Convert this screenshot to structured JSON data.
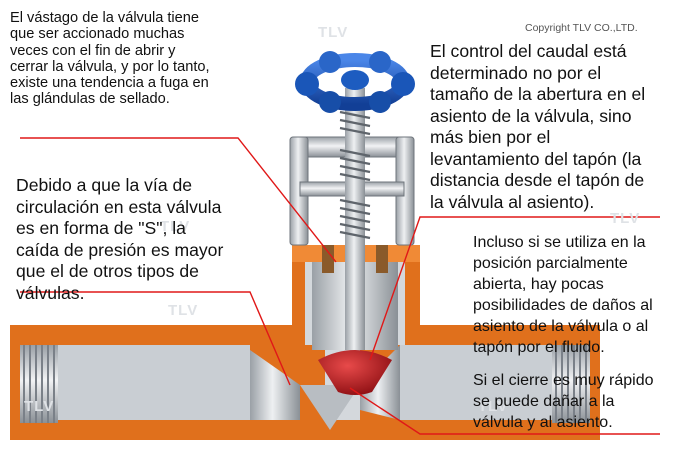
{
  "copyright": "Copyright TLV CO.,LTD.",
  "watermark": "TLV",
  "annotations": {
    "stem_leak": "El vástago de la válvula tiene\nque ser accionado muchas\nveces con el fin de abrir y\ncerrar la válvula, y por lo tanto,\nexiste una tendencia a fuga en\nlas glándulas de sellado.",
    "flow_control": "El control del caudal está\ndeterminado no por el\ntamaño de la abertura en el\nasiento de la válvula, sino\nmás bien por el\nlevantamiento del tapón (la\ndistancia desde el tapón de\nla válvula al asiento).",
    "s_path": "Debido a que la vía de\ncirculación en esta válvula\nes en forma de \"S\", la\ncaída de presión es mayor\nque el de otros tipos de\nválvulas.",
    "partial_open": "Incluso si se utiliza en la\nposición parcialmente\nabierta, hay pocas\nposibilidades de daños al\nasiento de la válvula o al\ntapón por el fluido.",
    "fast_close": "Si el cierre es muy rápido\nse puede dañar a la\nválvula y al asiento."
  },
  "colors": {
    "handwheel": "#1a56b8",
    "body": "#e0701c",
    "plug": "#a81418",
    "metal": "#c8ccd0",
    "leader": "#e01818"
  }
}
